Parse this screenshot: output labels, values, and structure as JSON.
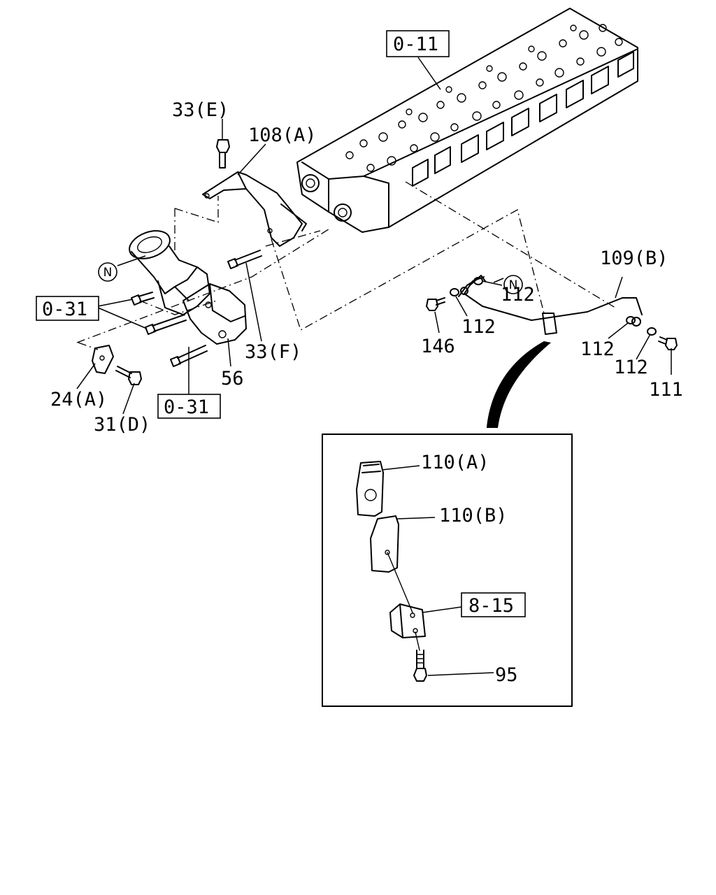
{
  "refs": {
    "head": "0-11",
    "left_bolt_ref": "0-31",
    "lower_bolt_ref": "0-31",
    "inset_bracket_ref": "8-15"
  },
  "callouts": {
    "n_upper_left": "N",
    "n_pipe": "N"
  },
  "labels": {
    "p33e": "33(E)",
    "p108a": "108(A)",
    "p109b": "109(B)",
    "p112_a": "112",
    "p112_b": "112",
    "p146": "146",
    "p112_c": "112",
    "p112_d": "112",
    "p111": "111",
    "p33f": "33(F)",
    "p56": "56",
    "p24a": "24(A)",
    "p31d": "31(D)",
    "p110a": "110(A)",
    "p110b": "110(B)",
    "p95": "95"
  },
  "colors": {
    "line": "#000000",
    "background": "#ffffff"
  }
}
